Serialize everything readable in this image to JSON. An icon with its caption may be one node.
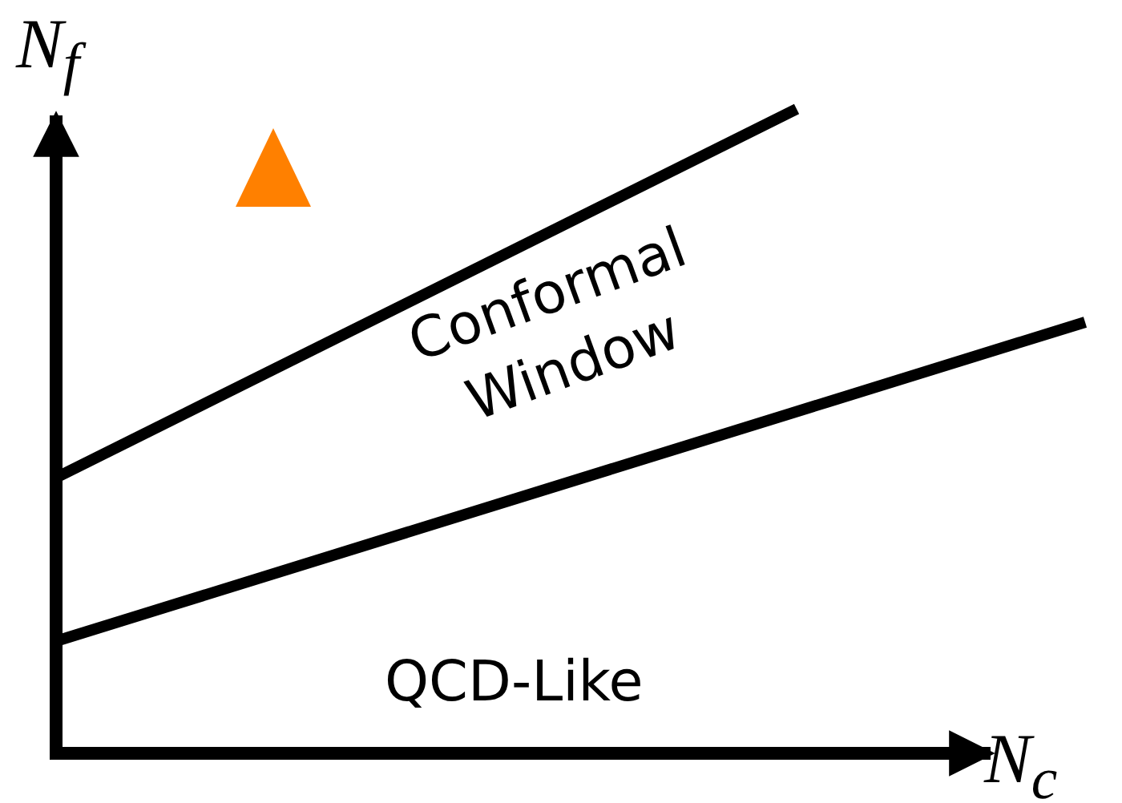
{
  "diagram": {
    "labels": [
      "N$_{f}$",
      "Conformal Window",
      "QCD-Like",
      "N$_{c}$"
    ]
  }
}
